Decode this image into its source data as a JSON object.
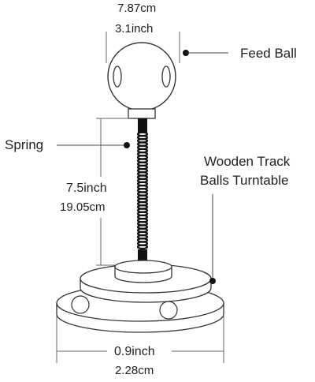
{
  "dimensions": {
    "top_width_cm": "7.87cm",
    "top_width_inch": "3.1inch",
    "height_inch": "7.5inch",
    "height_cm": "19.05cm",
    "base_width_inch": "0.9inch",
    "base_width_cm": "2.28cm"
  },
  "callouts": {
    "feed_ball": "Feed Ball",
    "spring": "Spring",
    "turntable_line1": "Wooden Track",
    "turntable_line2": "Balls Turntable"
  },
  "colors": {
    "line": "#555555",
    "outline": "#333333",
    "spring": "#111111"
  }
}
